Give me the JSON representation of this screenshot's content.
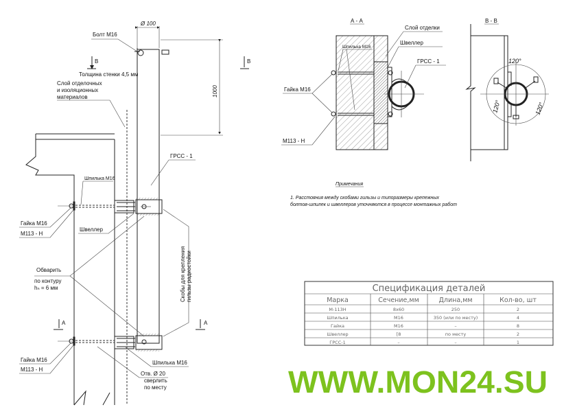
{
  "main_view": {
    "diameter": "Ø 100",
    "height_dim": "1000",
    "bolt": "Болт М16",
    "section_b": "В",
    "wall_thickness": "Толщина стенки 4,5 мм",
    "finish_layer": [
      "Слой отделочных",
      "и изоляционных",
      "материалов"
    ],
    "grss": "ГРСС - 1",
    "stud_top": "Шпилька М16",
    "nut_top": "Гайка М16",
    "m113_top": "М113 - Н",
    "channel": "Швеллер",
    "weld": "Обварить",
    "weld_2": "по контуру",
    "weld_3": "hₙ = 6 мм",
    "brackets": [
      "Скобы для крепления",
      "гильзы радиостойки"
    ],
    "section_a": "А",
    "nut_bottom": "Гайка М16",
    "m113_bottom": "М113 - Н",
    "stud_bottom": "Шпилька М16",
    "hole": [
      "Отв. Ø 20",
      "сверлить",
      "по месту"
    ]
  },
  "section_aa": {
    "title": "А - А",
    "finish": "Слой отделки",
    "channel": "Швеллер",
    "grss": "ГРСС - 1",
    "stud": "Шпилька М16",
    "nut": "Гайка М16",
    "m113": "М113 - Н"
  },
  "section_bb": {
    "title": "В - В",
    "angles": [
      "120°",
      "120°",
      "120°"
    ]
  },
  "notes": {
    "title": "Примечания",
    "lines": [
      "1. Расстояния между скобами гильзы и типоразмеры крепежных",
      "болтов-шпилек и швеллеров уточняются в процессе монтажных работ"
    ]
  },
  "spec_table": {
    "title": "Спецификация деталей",
    "headers": [
      "Марка",
      "Сечение,мм",
      "Длина,мм",
      "Кол-во, шт"
    ],
    "rows": [
      [
        "М-113Н",
        "8х60",
        "250",
        "2"
      ],
      [
        "Шпилька",
        "М16",
        "350 (или по месту)",
        "4"
      ],
      [
        "Гайка",
        "М16",
        "–",
        "8"
      ],
      [
        "Швеллер",
        "[8",
        "по месту",
        "2"
      ],
      [
        "ГРСС-1",
        "–",
        "–",
        "1"
      ]
    ]
  },
  "watermark": "WWW.MON24.SU",
  "colors": {
    "watermark": "#7dc21e"
  }
}
